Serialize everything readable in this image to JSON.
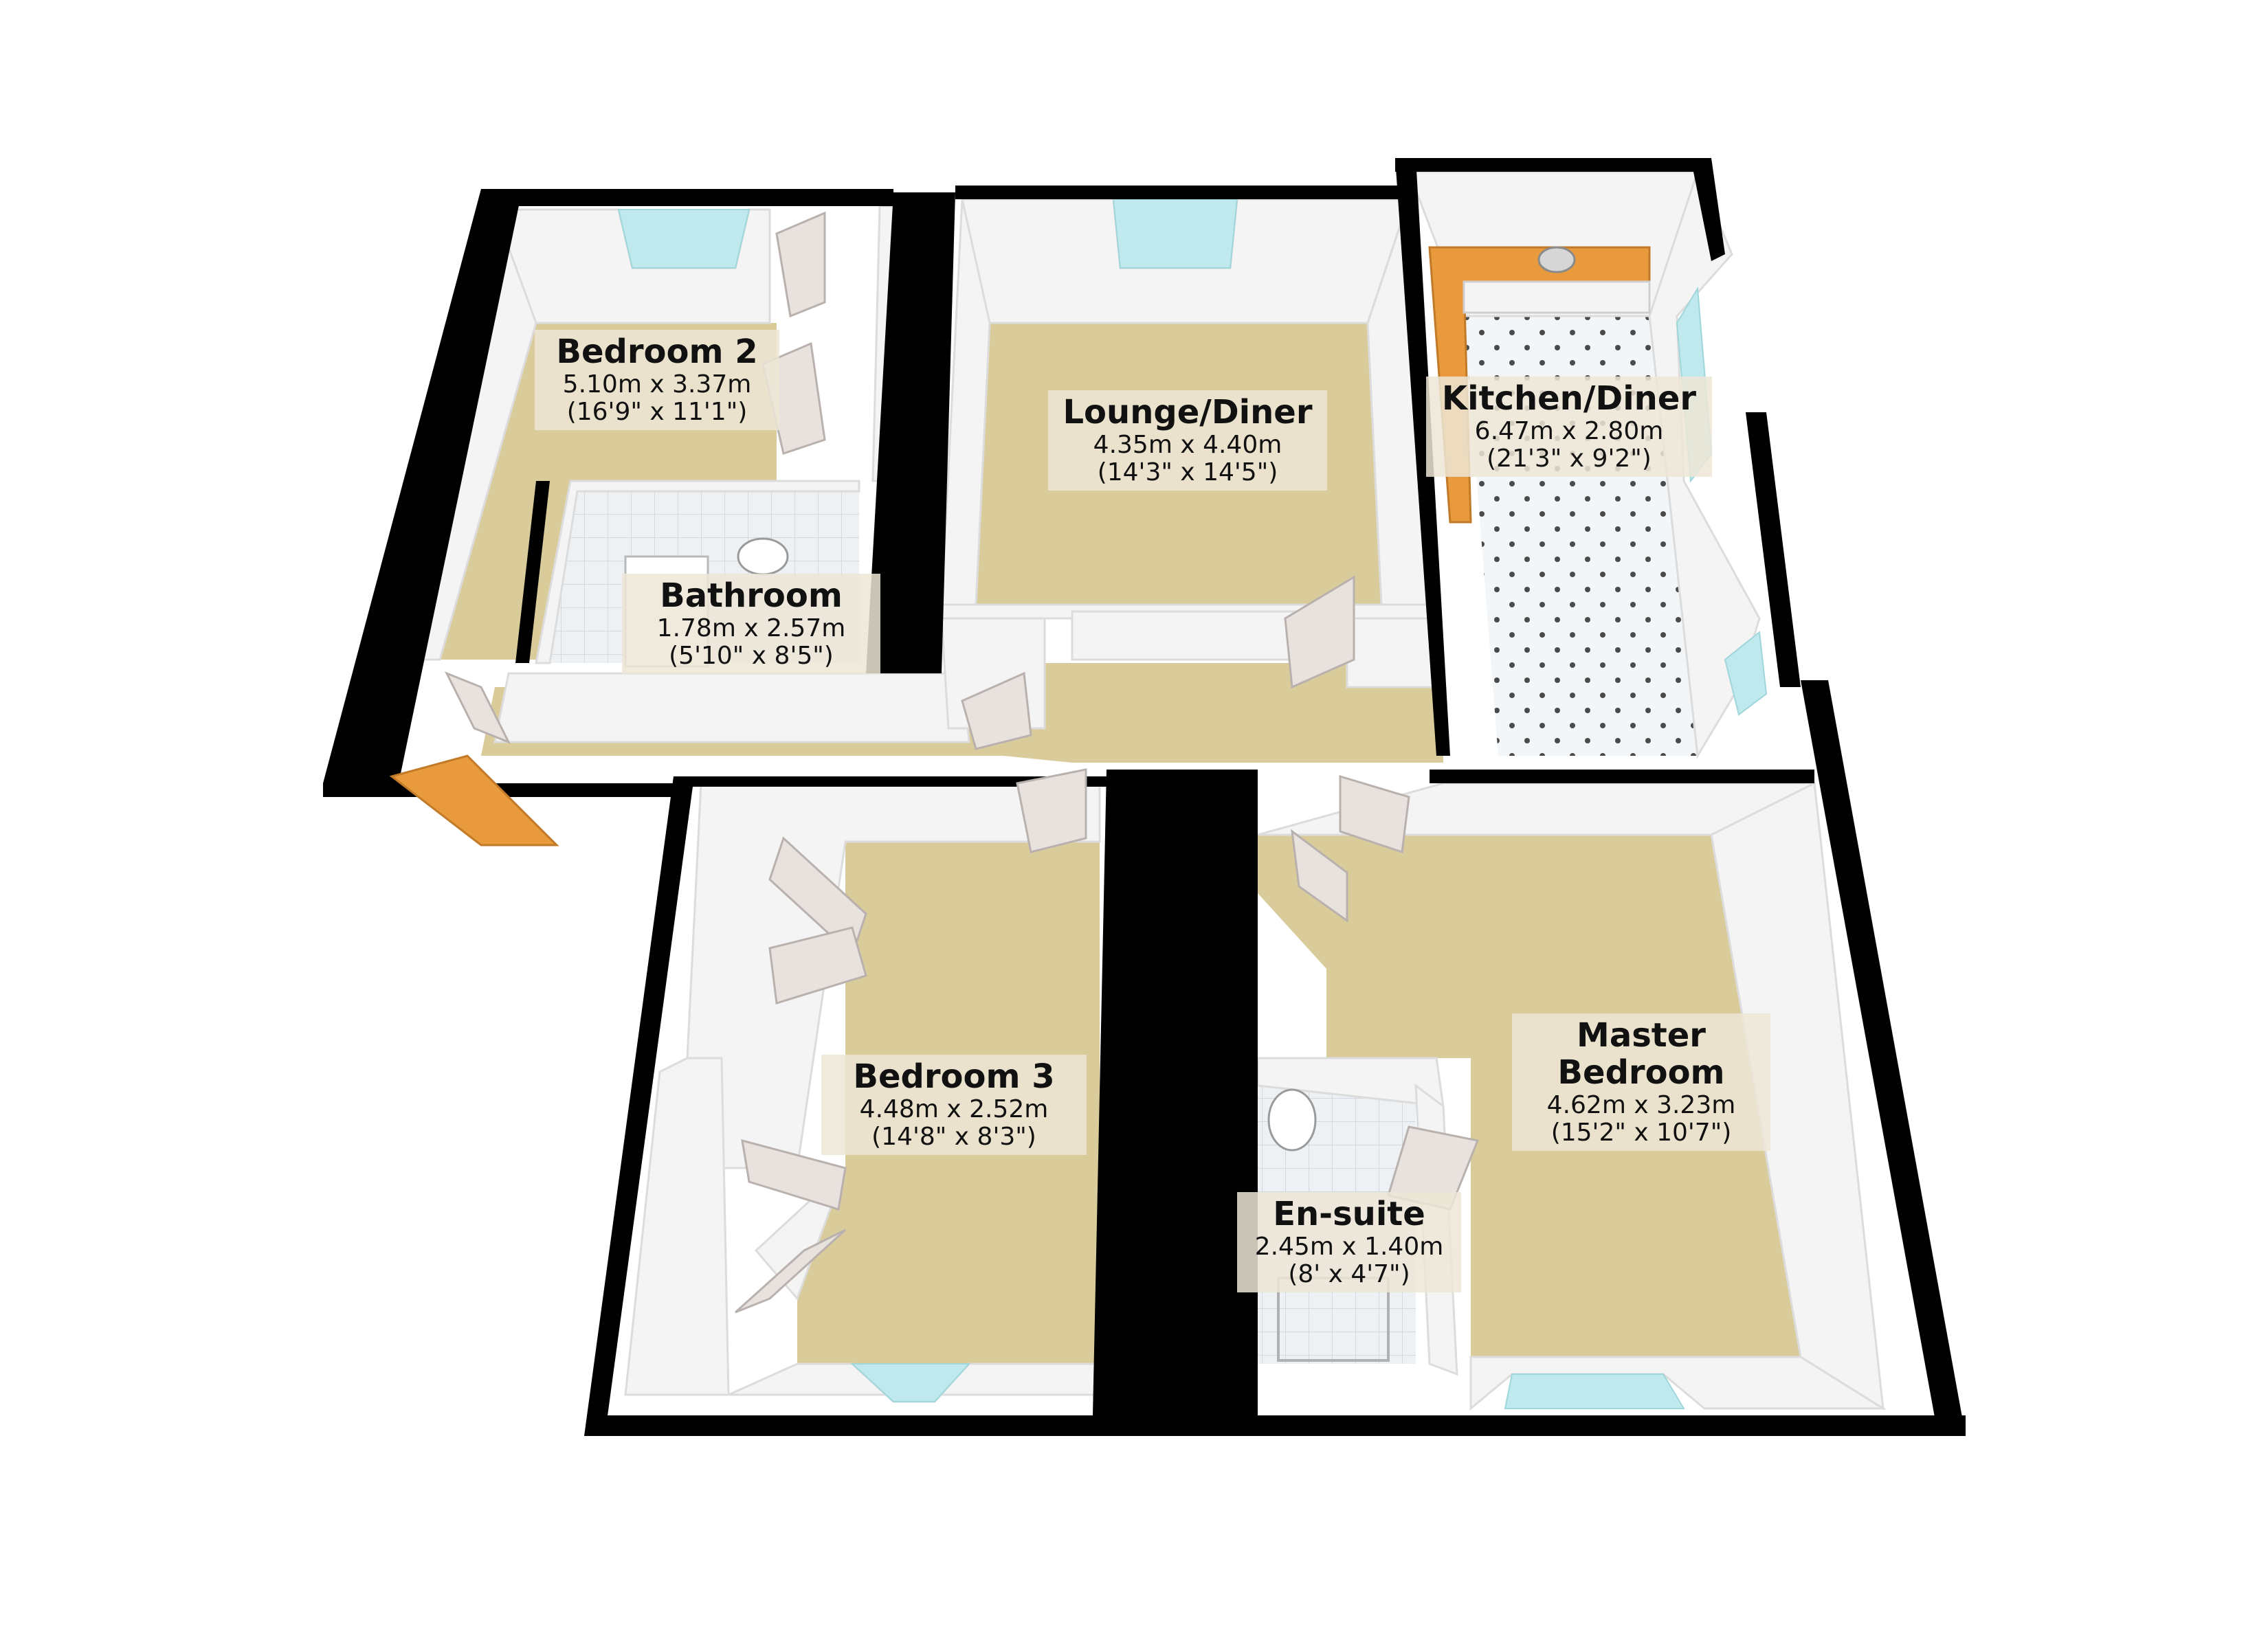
{
  "rooms": {
    "bedroom2": {
      "name": "Bedroom 2",
      "dim_m": "5.10m x 3.37m",
      "dim_ft": "(16'9\" x 11'1\")"
    },
    "bathroom": {
      "name": "Bathroom",
      "dim_m": "1.78m x 2.57m",
      "dim_ft": "(5'10\" x 8'5\")"
    },
    "lounge": {
      "name": "Lounge/Diner",
      "dim_m": "4.35m x 4.40m",
      "dim_ft": "(14'3\" x 14'5\")"
    },
    "kitchen": {
      "name": "Kitchen/Diner",
      "dim_m": "6.47m x 2.80m",
      "dim_ft": "(21'3\" x 9'2\")"
    },
    "bedroom3": {
      "name": "Bedroom 3",
      "dim_m": "4.48m x 2.52m",
      "dim_ft": "(14'8\" x 8'3\")"
    },
    "master": {
      "name_line1": "Master",
      "name_line2": "Bedroom",
      "dim_m": "4.62m x 3.23m",
      "dim_ft": "(15'2\" x 10'7\")"
    },
    "ensuite": {
      "name": "En-suite",
      "dim_m": "2.45m x 1.40m",
      "dim_ft": "(8' x 4'7\")"
    }
  },
  "colors": {
    "wall": "#000000",
    "wall_face": "#f4f4f4",
    "carpet": "#d9cb9a",
    "tile": "#eef1f3",
    "window": "#bfe9ec",
    "door": "#e8e2df",
    "worktop": "#e89a3c"
  }
}
